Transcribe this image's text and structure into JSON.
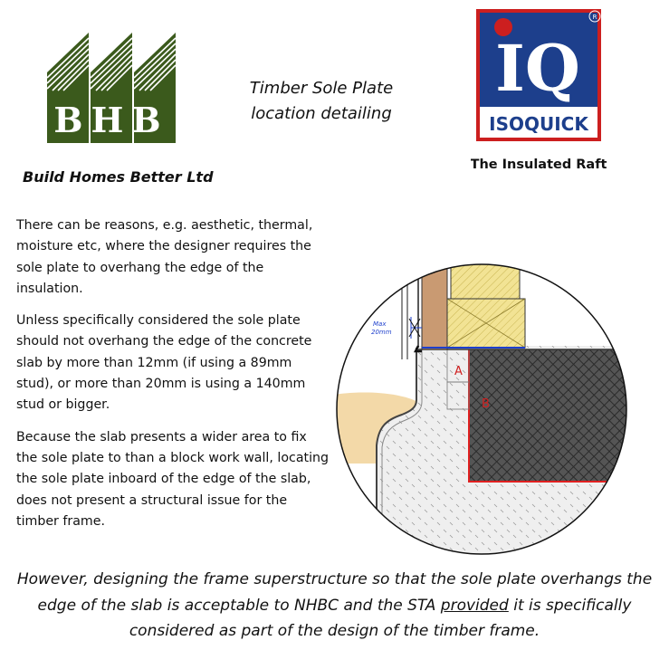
{
  "brand": {
    "bhb_logo_text": "BHB",
    "company_name": "Build Homes Better Ltd",
    "partner_logo_text": "IQ",
    "partner_name": "ISOQUICK",
    "partner_tagline": "The Insulated Raft",
    "colors": {
      "bhb_green": "#3b5a1c",
      "isoquick_red": "#cc1f1f",
      "isoquick_blue": "#1d3f8c"
    }
  },
  "title": {
    "line1": "Timber Sole Plate",
    "line2": "location detailing"
  },
  "body": {
    "paragraphs": [
      "There can be reasons, e.g. aesthetic, thermal, moisture etc, where the designer requires the sole plate to overhang the edge of the insulation.",
      "Unless specifically considered the sole plate should not overhang the edge of the concrete slab by more than 12mm (if using a 89mm stud), or more than 20mm is using a 140mm stud or bigger.",
      "Because the slab presents a wider area to fix the sole plate to than a block work wall, locating the sole plate inboard of the edge of the slab, does not present a structural issue for the timber frame."
    ]
  },
  "figure": {
    "dim_label_1": "Max",
    "dim_label_2": "20mm",
    "label_a": "A",
    "label_b": "B"
  },
  "conclusion": {
    "before": "However, designing the frame superstructure so that the sole plate overhangs the edge of the slab is acceptable to NHBC and the STA ",
    "underlined": "provided",
    "after": " it is specifically considered as part of the design of the timber frame."
  }
}
